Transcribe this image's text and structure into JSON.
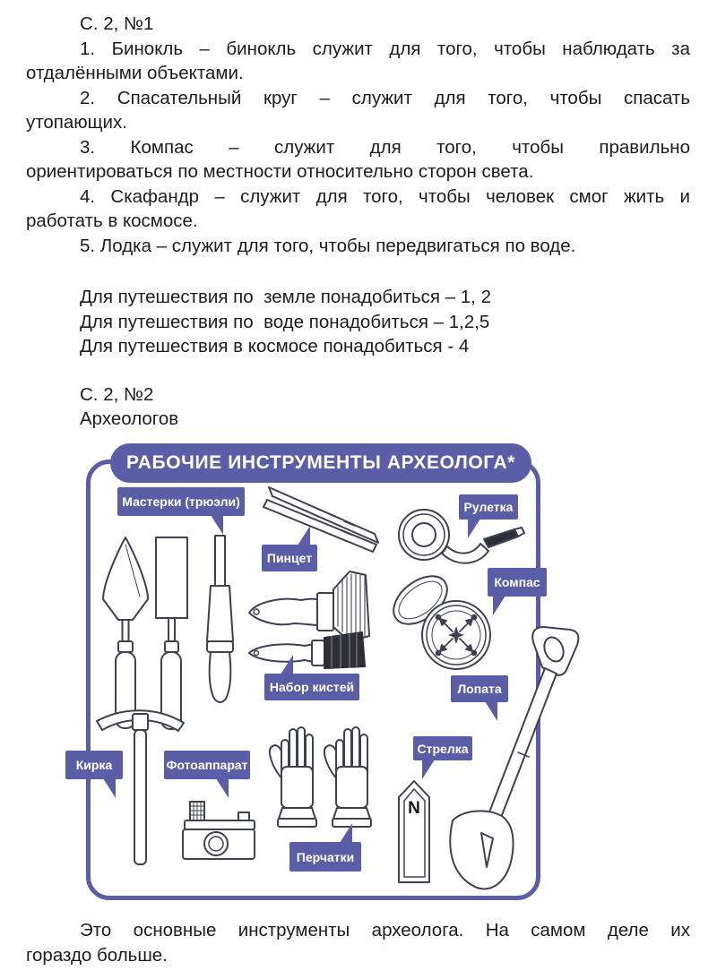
{
  "document": {
    "heading_1": "С. 2, №1",
    "paragraphs": [
      {
        "lines": [
          "1. Бинокль – бинокль служит для того, чтобы наблюдать за",
          "отдалёнными объектами."
        ]
      },
      {
        "lines": [
          "2. Спасательный круг – служит для того, чтобы спасать",
          "утопающих."
        ]
      },
      {
        "lines": [
          "3. Компас – служит для того, чтобы правильно",
          "ориентироваться по местности относительно сторон света."
        ]
      },
      {
        "lines": [
          "4. Скафандр – служит для того, чтобы человек смог жить и",
          "работать в космосе."
        ]
      },
      {
        "lines": [
          "5. Лодка – служит для того, чтобы передвигаться по воде."
        ]
      }
    ],
    "travel_lines": [
      "Для путешествия по  земле понадобиться – 1, 2",
      "Для путешествия по  воде понадобиться – 1,2,5",
      "Для путешествия в космосе понадобиться - 4"
    ],
    "heading_2": "С. 2, №2",
    "answer_2": "Археологов",
    "closing": {
      "lines": [
        "Это основные инструменты археолога. На самом деле их",
        "гораздо больше."
      ]
    }
  },
  "infographic": {
    "title": "РАБОЧИЕ ИНСТРУМЕНТЫ АРХЕОЛОГА*",
    "accent_color": "#5a5ea7",
    "labels": {
      "trowels": "Мастерки (трюэли)",
      "tweezers": "Пинцет",
      "tape_measure": "Рулетка",
      "compass": "Компас",
      "brush_set": "Набор кистей",
      "shovel": "Лопата",
      "pickaxe": "Кирка",
      "camera": "Фотоаппарат",
      "north_arrow": "Стрелка",
      "gloves": "Перчатки"
    },
    "north_letter": "N"
  }
}
